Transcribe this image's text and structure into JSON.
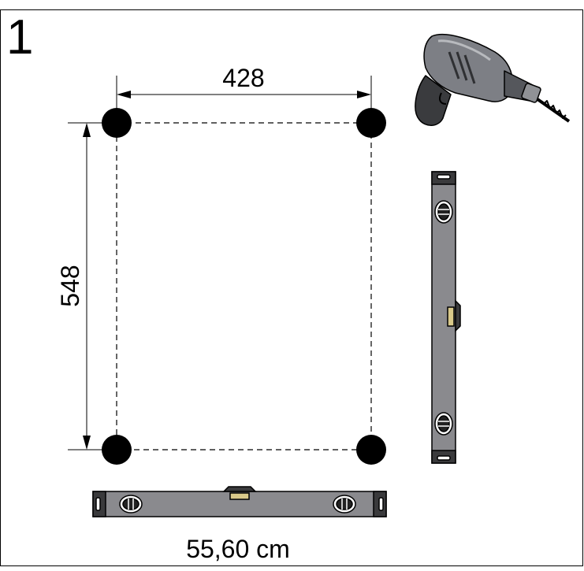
{
  "step": {
    "number": "1"
  },
  "dimensions": {
    "width_label": "428",
    "height_label": "548",
    "width_value": 428,
    "height_value": 548
  },
  "caption": {
    "level_length": "55,60 cm"
  },
  "icons": {
    "drill": "power-drill-icon",
    "level_vertical": "spirit-level-vertical-icon",
    "level_horizontal": "spirit-level-horizontal-icon",
    "hole": "drill-hole-marker"
  },
  "colors": {
    "line": "#000000",
    "level_body": "#8a8a8e",
    "level_end": "#3a3a3c",
    "vial": "#d9c98a",
    "drill_body": "#7d7f85",
    "drill_dark": "#2f3033"
  }
}
